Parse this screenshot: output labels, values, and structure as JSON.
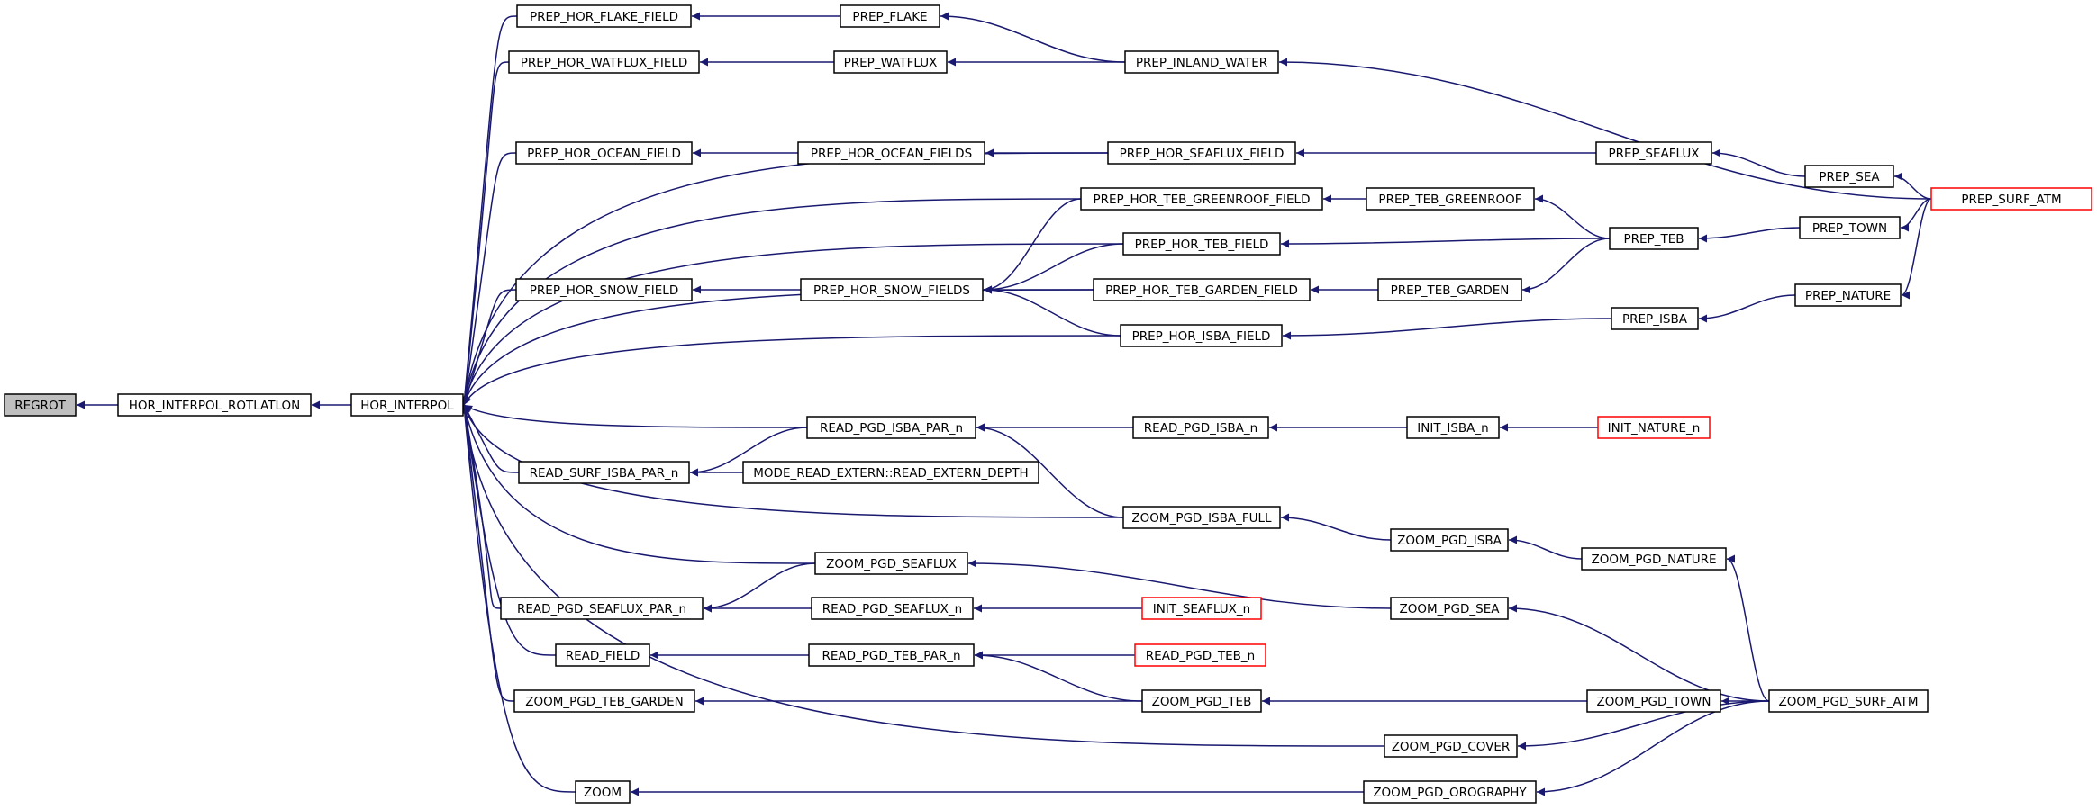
{
  "colors": {
    "edge": "#191970",
    "node_border": "#000000",
    "red_border": "#ff0000",
    "root_fill": "#bfbfbf",
    "background": "#ffffff"
  },
  "nodes": [
    {
      "id": "regrot",
      "label": "REGROT",
      "root": true
    },
    {
      "id": "hor_interpol_rotlatlon",
      "label": "HOR_INTERPOL_ROTLATLON"
    },
    {
      "id": "hor_interpol",
      "label": "HOR_INTERPOL"
    },
    {
      "id": "prep_hor_flake_field",
      "label": "PREP_HOR_FLAKE_FIELD"
    },
    {
      "id": "prep_flake",
      "label": "PREP_FLAKE"
    },
    {
      "id": "prep_hor_watflux_field",
      "label": "PREP_HOR_WATFLUX_FIELD"
    },
    {
      "id": "prep_watflux",
      "label": "PREP_WATFLUX"
    },
    {
      "id": "prep_inland_water",
      "label": "PREP_INLAND_WATER"
    },
    {
      "id": "prep_hor_ocean_field",
      "label": "PREP_HOR_OCEAN_FIELD"
    },
    {
      "id": "prep_hor_ocean_fields",
      "label": "PREP_HOR_OCEAN_FIELDS"
    },
    {
      "id": "prep_hor_seaflux_field",
      "label": "PREP_HOR_SEAFLUX_FIELD"
    },
    {
      "id": "prep_seaflux",
      "label": "PREP_SEAFLUX"
    },
    {
      "id": "prep_sea",
      "label": "PREP_SEA"
    },
    {
      "id": "prep_surf_atm",
      "label": "PREP_SURF_ATM",
      "red": true
    },
    {
      "id": "prep_hor_teb_greenroof_field",
      "label": "PREP_HOR_TEB_GREENROOF_FIELD"
    },
    {
      "id": "prep_teb_greenroof",
      "label": "PREP_TEB_GREENROOF"
    },
    {
      "id": "prep_teb",
      "label": "PREP_TEB"
    },
    {
      "id": "prep_town",
      "label": "PREP_TOWN"
    },
    {
      "id": "prep_hor_teb_field",
      "label": "PREP_HOR_TEB_FIELD"
    },
    {
      "id": "prep_hor_snow_field",
      "label": "PREP_HOR_SNOW_FIELD"
    },
    {
      "id": "prep_hor_snow_fields",
      "label": "PREP_HOR_SNOW_FIELDS"
    },
    {
      "id": "prep_hor_teb_garden_field",
      "label": "PREP_HOR_TEB_GARDEN_FIELD"
    },
    {
      "id": "prep_teb_garden",
      "label": "PREP_TEB_GARDEN"
    },
    {
      "id": "prep_nature",
      "label": "PREP_NATURE"
    },
    {
      "id": "prep_isba",
      "label": "PREP_ISBA"
    },
    {
      "id": "prep_hor_isba_field",
      "label": "PREP_HOR_ISBA_FIELD"
    },
    {
      "id": "read_pgd_isba_par_n",
      "label": "READ_PGD_ISBA_PAR_n"
    },
    {
      "id": "read_pgd_isba_n",
      "label": "READ_PGD_ISBA_n"
    },
    {
      "id": "init_isba_n",
      "label": "INIT_ISBA_n"
    },
    {
      "id": "init_nature_n",
      "label": "INIT_NATURE_n",
      "red": true
    },
    {
      "id": "read_surf_isba_par_n",
      "label": "READ_SURF_ISBA_PAR_n"
    },
    {
      "id": "mode_read_extern",
      "label": "MODE_READ_EXTERN::READ_EXTERN_DEPTH"
    },
    {
      "id": "zoom_pgd_isba_full",
      "label": "ZOOM_PGD_ISBA_FULL"
    },
    {
      "id": "zoom_pgd_isba",
      "label": "ZOOM_PGD_ISBA"
    },
    {
      "id": "zoom_pgd_nature",
      "label": "ZOOM_PGD_NATURE"
    },
    {
      "id": "zoom_pgd_seaflux",
      "label": "ZOOM_PGD_SEAFLUX"
    },
    {
      "id": "read_pgd_seaflux_par_n",
      "label": "READ_PGD_SEAFLUX_PAR_n"
    },
    {
      "id": "read_pgd_seaflux_n",
      "label": "READ_PGD_SEAFLUX_n"
    },
    {
      "id": "init_seaflux_n",
      "label": "INIT_SEAFLUX_n",
      "red": true
    },
    {
      "id": "zoom_pgd_sea",
      "label": "ZOOM_PGD_SEA"
    },
    {
      "id": "read_field",
      "label": "READ_FIELD"
    },
    {
      "id": "read_pgd_teb_par_n",
      "label": "READ_PGD_TEB_PAR_n"
    },
    {
      "id": "read_pgd_teb_n",
      "label": "READ_PGD_TEB_n",
      "red": true
    },
    {
      "id": "zoom_pgd_teb_garden",
      "label": "ZOOM_PGD_TEB_GARDEN"
    },
    {
      "id": "zoom_pgd_teb",
      "label": "ZOOM_PGD_TEB"
    },
    {
      "id": "zoom_pgd_town",
      "label": "ZOOM_PGD_TOWN"
    },
    {
      "id": "zoom_pgd_surf_atm",
      "label": "ZOOM_PGD_SURF_ATM"
    },
    {
      "id": "zoom_pgd_cover",
      "label": "ZOOM_PGD_COVER"
    },
    {
      "id": "zoom",
      "label": "ZOOM"
    },
    {
      "id": "zoom_pgd_orography",
      "label": "ZOOM_PGD_OROGRAPHY"
    }
  ],
  "edges": [
    [
      "hor_interpol_rotlatlon",
      "regrot"
    ],
    [
      "hor_interpol",
      "hor_interpol_rotlatlon"
    ],
    [
      "prep_hor_flake_field",
      "hor_interpol"
    ],
    [
      "prep_hor_watflux_field",
      "hor_interpol"
    ],
    [
      "prep_hor_seaflux_field",
      "hor_interpol"
    ],
    [
      "prep_hor_ocean_field",
      "hor_interpol"
    ],
    [
      "prep_hor_teb_greenroof_field",
      "hor_interpol"
    ],
    [
      "prep_hor_teb_field",
      "hor_interpol"
    ],
    [
      "prep_hor_snow_field",
      "hor_interpol"
    ],
    [
      "prep_hor_teb_garden_field",
      "hor_interpol"
    ],
    [
      "prep_hor_isba_field",
      "hor_interpol"
    ],
    [
      "read_pgd_isba_par_n",
      "hor_interpol"
    ],
    [
      "read_surf_isba_par_n",
      "hor_interpol"
    ],
    [
      "zoom_pgd_isba_full",
      "hor_interpol"
    ],
    [
      "zoom_pgd_seaflux",
      "hor_interpol"
    ],
    [
      "read_pgd_seaflux_par_n",
      "hor_interpol"
    ],
    [
      "read_field",
      "hor_interpol"
    ],
    [
      "zoom_pgd_teb_garden",
      "hor_interpol"
    ],
    [
      "zoom_pgd_cover",
      "hor_interpol"
    ],
    [
      "zoom",
      "hor_interpol"
    ],
    [
      "prep_flake",
      "prep_hor_flake_field"
    ],
    [
      "prep_inland_water",
      "prep_flake"
    ],
    [
      "prep_watflux",
      "prep_hor_watflux_field"
    ],
    [
      "prep_inland_water",
      "prep_watflux"
    ],
    [
      "prep_surf_atm",
      "prep_inland_water"
    ],
    [
      "prep_hor_ocean_fields",
      "prep_hor_ocean_field"
    ],
    [
      "prep_hor_seaflux_field",
      "prep_hor_ocean_fields"
    ],
    [
      "prep_seaflux",
      "prep_hor_seaflux_field"
    ],
    [
      "prep_sea",
      "prep_seaflux"
    ],
    [
      "prep_surf_atm",
      "prep_sea"
    ],
    [
      "prep_teb_greenroof",
      "prep_hor_teb_greenroof_field"
    ],
    [
      "prep_teb",
      "prep_teb_greenroof"
    ],
    [
      "prep_town",
      "prep_teb"
    ],
    [
      "prep_surf_atm",
      "prep_town"
    ],
    [
      "prep_teb",
      "prep_hor_teb_field"
    ],
    [
      "prep_hor_snow_fields",
      "prep_hor_snow_field"
    ],
    [
      "prep_hor_teb_greenroof_field",
      "prep_hor_snow_fields"
    ],
    [
      "prep_hor_teb_field",
      "prep_hor_snow_fields"
    ],
    [
      "prep_hor_teb_garden_field",
      "prep_hor_snow_fields"
    ],
    [
      "prep_hor_isba_field",
      "prep_hor_snow_fields"
    ],
    [
      "prep_teb_garden",
      "prep_hor_teb_garden_field"
    ],
    [
      "prep_teb",
      "prep_teb_garden"
    ],
    [
      "prep_isba",
      "prep_hor_isba_field"
    ],
    [
      "prep_nature",
      "prep_isba"
    ],
    [
      "prep_surf_atm",
      "prep_nature"
    ],
    [
      "read_pgd_isba_n",
      "read_pgd_isba_par_n"
    ],
    [
      "zoom_pgd_isba_full",
      "read_pgd_isba_par_n"
    ],
    [
      "init_isba_n",
      "read_pgd_isba_n"
    ],
    [
      "init_nature_n",
      "init_isba_n"
    ],
    [
      "read_pgd_isba_par_n",
      "read_surf_isba_par_n"
    ],
    [
      "mode_read_extern",
      "read_surf_isba_par_n"
    ],
    [
      "zoom_pgd_isba",
      "zoom_pgd_isba_full"
    ],
    [
      "zoom_pgd_nature",
      "zoom_pgd_isba"
    ],
    [
      "zoom_pgd_surf_atm",
      "zoom_pgd_nature"
    ],
    [
      "zoom_pgd_seaflux",
      "read_pgd_seaflux_par_n"
    ],
    [
      "zoom_pgd_sea",
      "zoom_pgd_seaflux"
    ],
    [
      "read_pgd_seaflux_n",
      "read_pgd_seaflux_par_n"
    ],
    [
      "init_seaflux_n",
      "read_pgd_seaflux_n"
    ],
    [
      "zoom_pgd_surf_atm",
      "zoom_pgd_sea"
    ],
    [
      "read_pgd_teb_par_n",
      "read_field"
    ],
    [
      "read_pgd_teb_n",
      "read_pgd_teb_par_n"
    ],
    [
      "zoom_pgd_teb",
      "read_pgd_teb_par_n"
    ],
    [
      "zoom_pgd_teb",
      "zoom_pgd_teb_garden"
    ],
    [
      "zoom_pgd_town",
      "zoom_pgd_teb"
    ],
    [
      "zoom_pgd_surf_atm",
      "zoom_pgd_town"
    ],
    [
      "zoom_pgd_surf_atm",
      "zoom_pgd_cover"
    ],
    [
      "zoom_pgd_orography",
      "zoom"
    ],
    [
      "zoom_pgd_surf_atm",
      "zoom_pgd_orography"
    ]
  ]
}
